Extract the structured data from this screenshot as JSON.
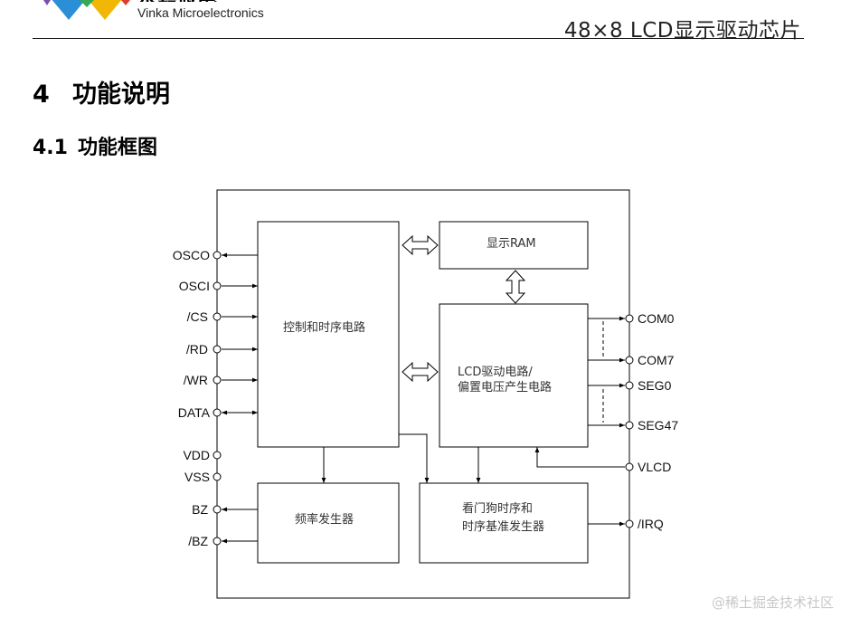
{
  "header": {
    "logo_text": "永嘉微电",
    "logo_subtitle": "Vinka Microelectronics",
    "doc_title": "48×8  LCD显示驱动芯片"
  },
  "section": {
    "number": "4",
    "title": "功能说明"
  },
  "subsection": {
    "number": "4.1",
    "title": "功能框图"
  },
  "diagram": {
    "blocks": {
      "control": "控制和时序电路",
      "ram": "显示RAM",
      "lcd_line1": "LCD驱动电路/",
      "lcd_line2": "偏置电压产生电路",
      "freq": "频率发生器",
      "wdt_line1": "看门狗时序和",
      "wdt_line2": "时序基准发生器"
    },
    "left_pins": [
      "OSCO",
      "OSCI",
      "/CS",
      "/RD",
      "/WR",
      "DATA",
      "VDD",
      "VSS",
      "BZ",
      "/BZ"
    ],
    "right_pins": [
      "COM0",
      "COM7",
      "SEG0",
      "SEG47",
      "VLCD",
      "/IRQ"
    ]
  },
  "watermark": "@稀土掘金技术社区"
}
